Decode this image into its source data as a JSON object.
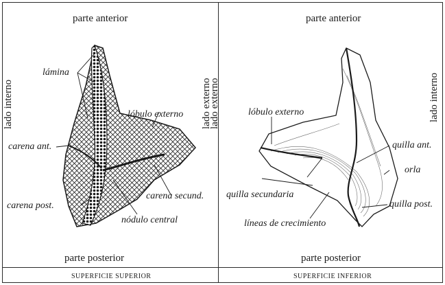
{
  "left_panel": {
    "top_label": "parte anterior",
    "bottom_label": "parte posterior",
    "side_left": "lado interno",
    "side_right": "lado externo",
    "caption": "SUPERFICIE SUPERIOR",
    "annotations": {
      "lamina": "lámina",
      "lobulo_externo": "lóbulo externo",
      "carena_ant": "carena ant.",
      "carena_secund": "carena secund.",
      "carena_post": "carena post.",
      "nodulo_central": "nódulo central"
    }
  },
  "right_panel": {
    "top_label": "parte anterior",
    "bottom_label": "parte posterior",
    "side_left": "lado externo",
    "side_right": "lado interno",
    "caption": "SUPERFICIE INFERIOR",
    "annotations": {
      "lobulo_externo": "lóbulo externo",
      "quilla_ant": "quilla ant.",
      "orla": "orla",
      "quilla_secundaria": "quilla secundaria",
      "quilla_post": "quilla post.",
      "lineas_crecimiento": "líneas de crecimiento"
    }
  },
  "colors": {
    "ink": "#1a1a1a",
    "paper": "#ffffff",
    "rule": "#2a2a2a"
  }
}
